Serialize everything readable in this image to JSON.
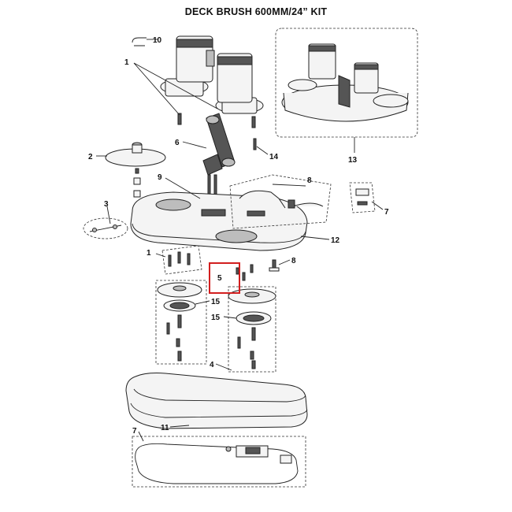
{
  "title": "DECK BRUSH 600MM/24” KIT",
  "callouts": {
    "c1a": "1",
    "c1b": "1",
    "c2": "2",
    "c3": "3",
    "c4": "4",
    "c5": "5",
    "c6": "6",
    "c7a": "7",
    "c7b": "7",
    "c8a": "8",
    "c8b": "8",
    "c9": "9",
    "c10": "10",
    "c11": "11",
    "c12": "12",
    "c13": "13",
    "c14": "14",
    "c15a": "15",
    "c15b": "15"
  },
  "highlight_color": "#d21f1f"
}
